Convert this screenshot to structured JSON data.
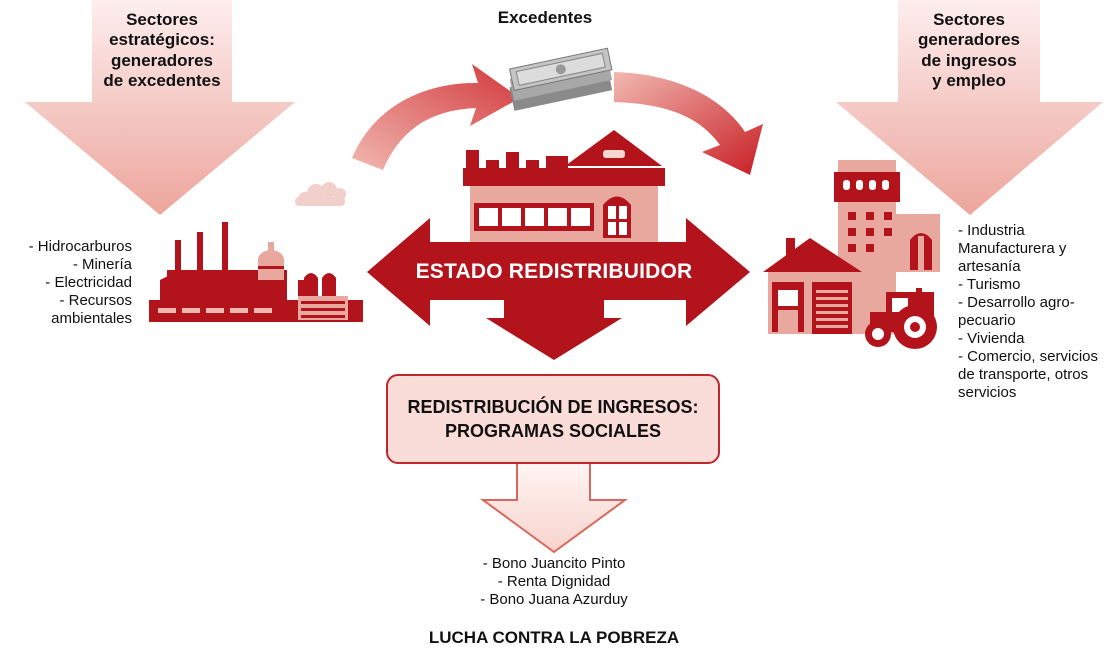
{
  "left_sector": {
    "title_lines": [
      "Sectores",
      "estratégicos:",
      "generadores",
      "de excedentes"
    ],
    "items": [
      "- Hidrocarburos",
      "- Minería",
      "- Electricidad",
      "- Recursos",
      "ambientales"
    ]
  },
  "right_sector": {
    "title_lines": [
      "Sectores",
      "generadores",
      "de ingresos",
      "y empleo"
    ],
    "items": [
      "- Industria Manufacturera y artesanía",
      "- Turismo",
      "- Desarrollo agro- pecuario",
      "- Vivienda",
      "- Comercio, servicios de transporte, otros servicios"
    ]
  },
  "surplus": {
    "label": "Excedentes"
  },
  "state": {
    "label": "ESTADO REDISTRIBUIDOR"
  },
  "programs": {
    "title_line1": "REDISTRIBUCIÓN DE INGRESOS:",
    "title_line2": "PROGRAMAS SOCIALES",
    "items": [
      "- Bono Juancito Pinto",
      "- Renta Dignidad",
      "- Bono Juana Azurduy"
    ]
  },
  "footer": {
    "label": "LUCHA CONTRA LA POBREZA"
  },
  "colors": {
    "dark_red": "#b3141c",
    "mid_red": "#c8353b",
    "light_pink": "#f6cfc8",
    "pale_pink": "#fbe6e2"
  },
  "icons": [
    "money-icon",
    "factory-icon",
    "government-building-icon",
    "house-icon",
    "apartment-building-icon",
    "tractor-icon"
  ]
}
